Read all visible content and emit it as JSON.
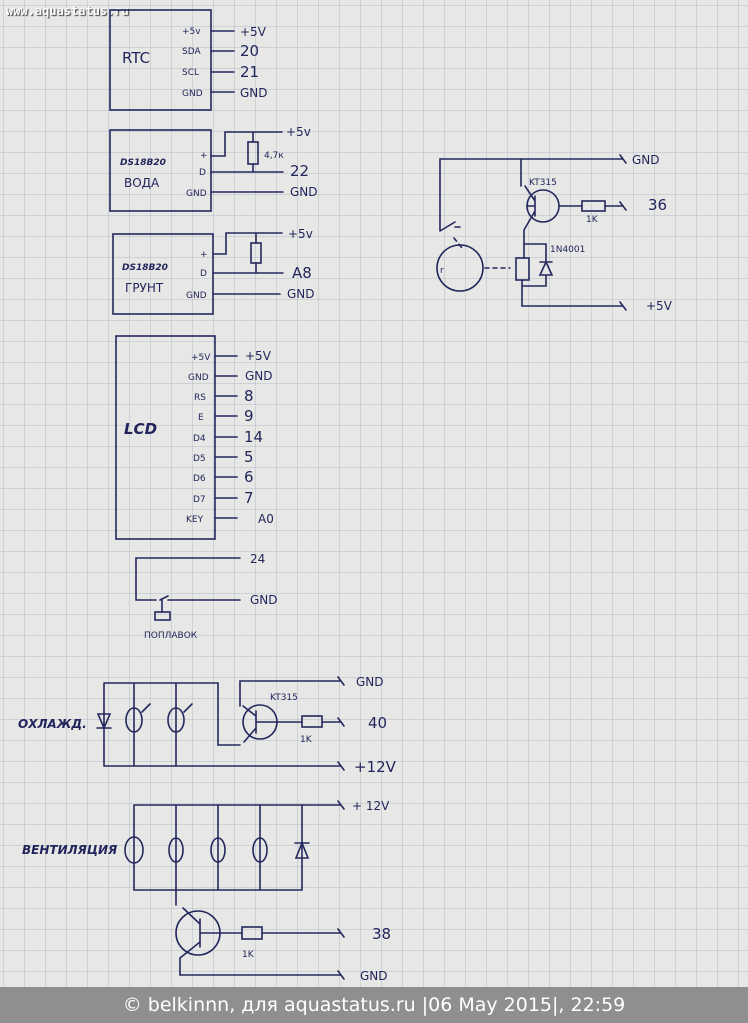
{
  "watermark": "www.aquastatus.ru",
  "footer": "© belkinnn, для aquastatus.ru |06 May 2015|, 22:59",
  "rtc": {
    "title": "RTC",
    "pins": [
      "+5v",
      "SDA",
      "SCL",
      "GND"
    ],
    "nets": [
      "+5V",
      "20",
      "21",
      "GND"
    ]
  },
  "ds_water": {
    "title_line1": "DS18B20",
    "title_line2": "ВОДА",
    "pins": [
      "+",
      "D",
      "GND"
    ],
    "resistor": "4,7к",
    "nets": [
      "+5v",
      "22",
      "GND"
    ]
  },
  "ds_soil": {
    "title_line1": "DS18B20",
    "title_line2": "ГРУНТ",
    "pins": [
      "+",
      "D",
      "GND"
    ],
    "nets": [
      "+5v",
      "A8",
      "GND"
    ]
  },
  "lcd": {
    "title": "LCD",
    "pins": [
      "+5V",
      "GND",
      "RS",
      "E",
      "D4",
      "D5",
      "D6",
      "D7",
      "KEY"
    ],
    "nets": [
      "+5V",
      "GND",
      "8",
      "9",
      "14",
      "5",
      "6",
      "7",
      "A0"
    ]
  },
  "float": {
    "label": "ПОПЛАВОК",
    "nets": [
      "24",
      "GND"
    ]
  },
  "relay_circuit": {
    "transistor": "KT315",
    "diode": "1N4001",
    "resistor": "1K",
    "nets": [
      "GND",
      "36",
      "+5V"
    ]
  },
  "cooling": {
    "label": "ОХЛАЖД.",
    "transistor": "KT315",
    "resistor": "1K",
    "nets": [
      "GND",
      "40",
      "+12V"
    ]
  },
  "vent": {
    "label": "ВЕНТИЛЯЦИЯ",
    "resistor": "1K",
    "nets": [
      "+ 12V",
      "38",
      "GND"
    ]
  }
}
